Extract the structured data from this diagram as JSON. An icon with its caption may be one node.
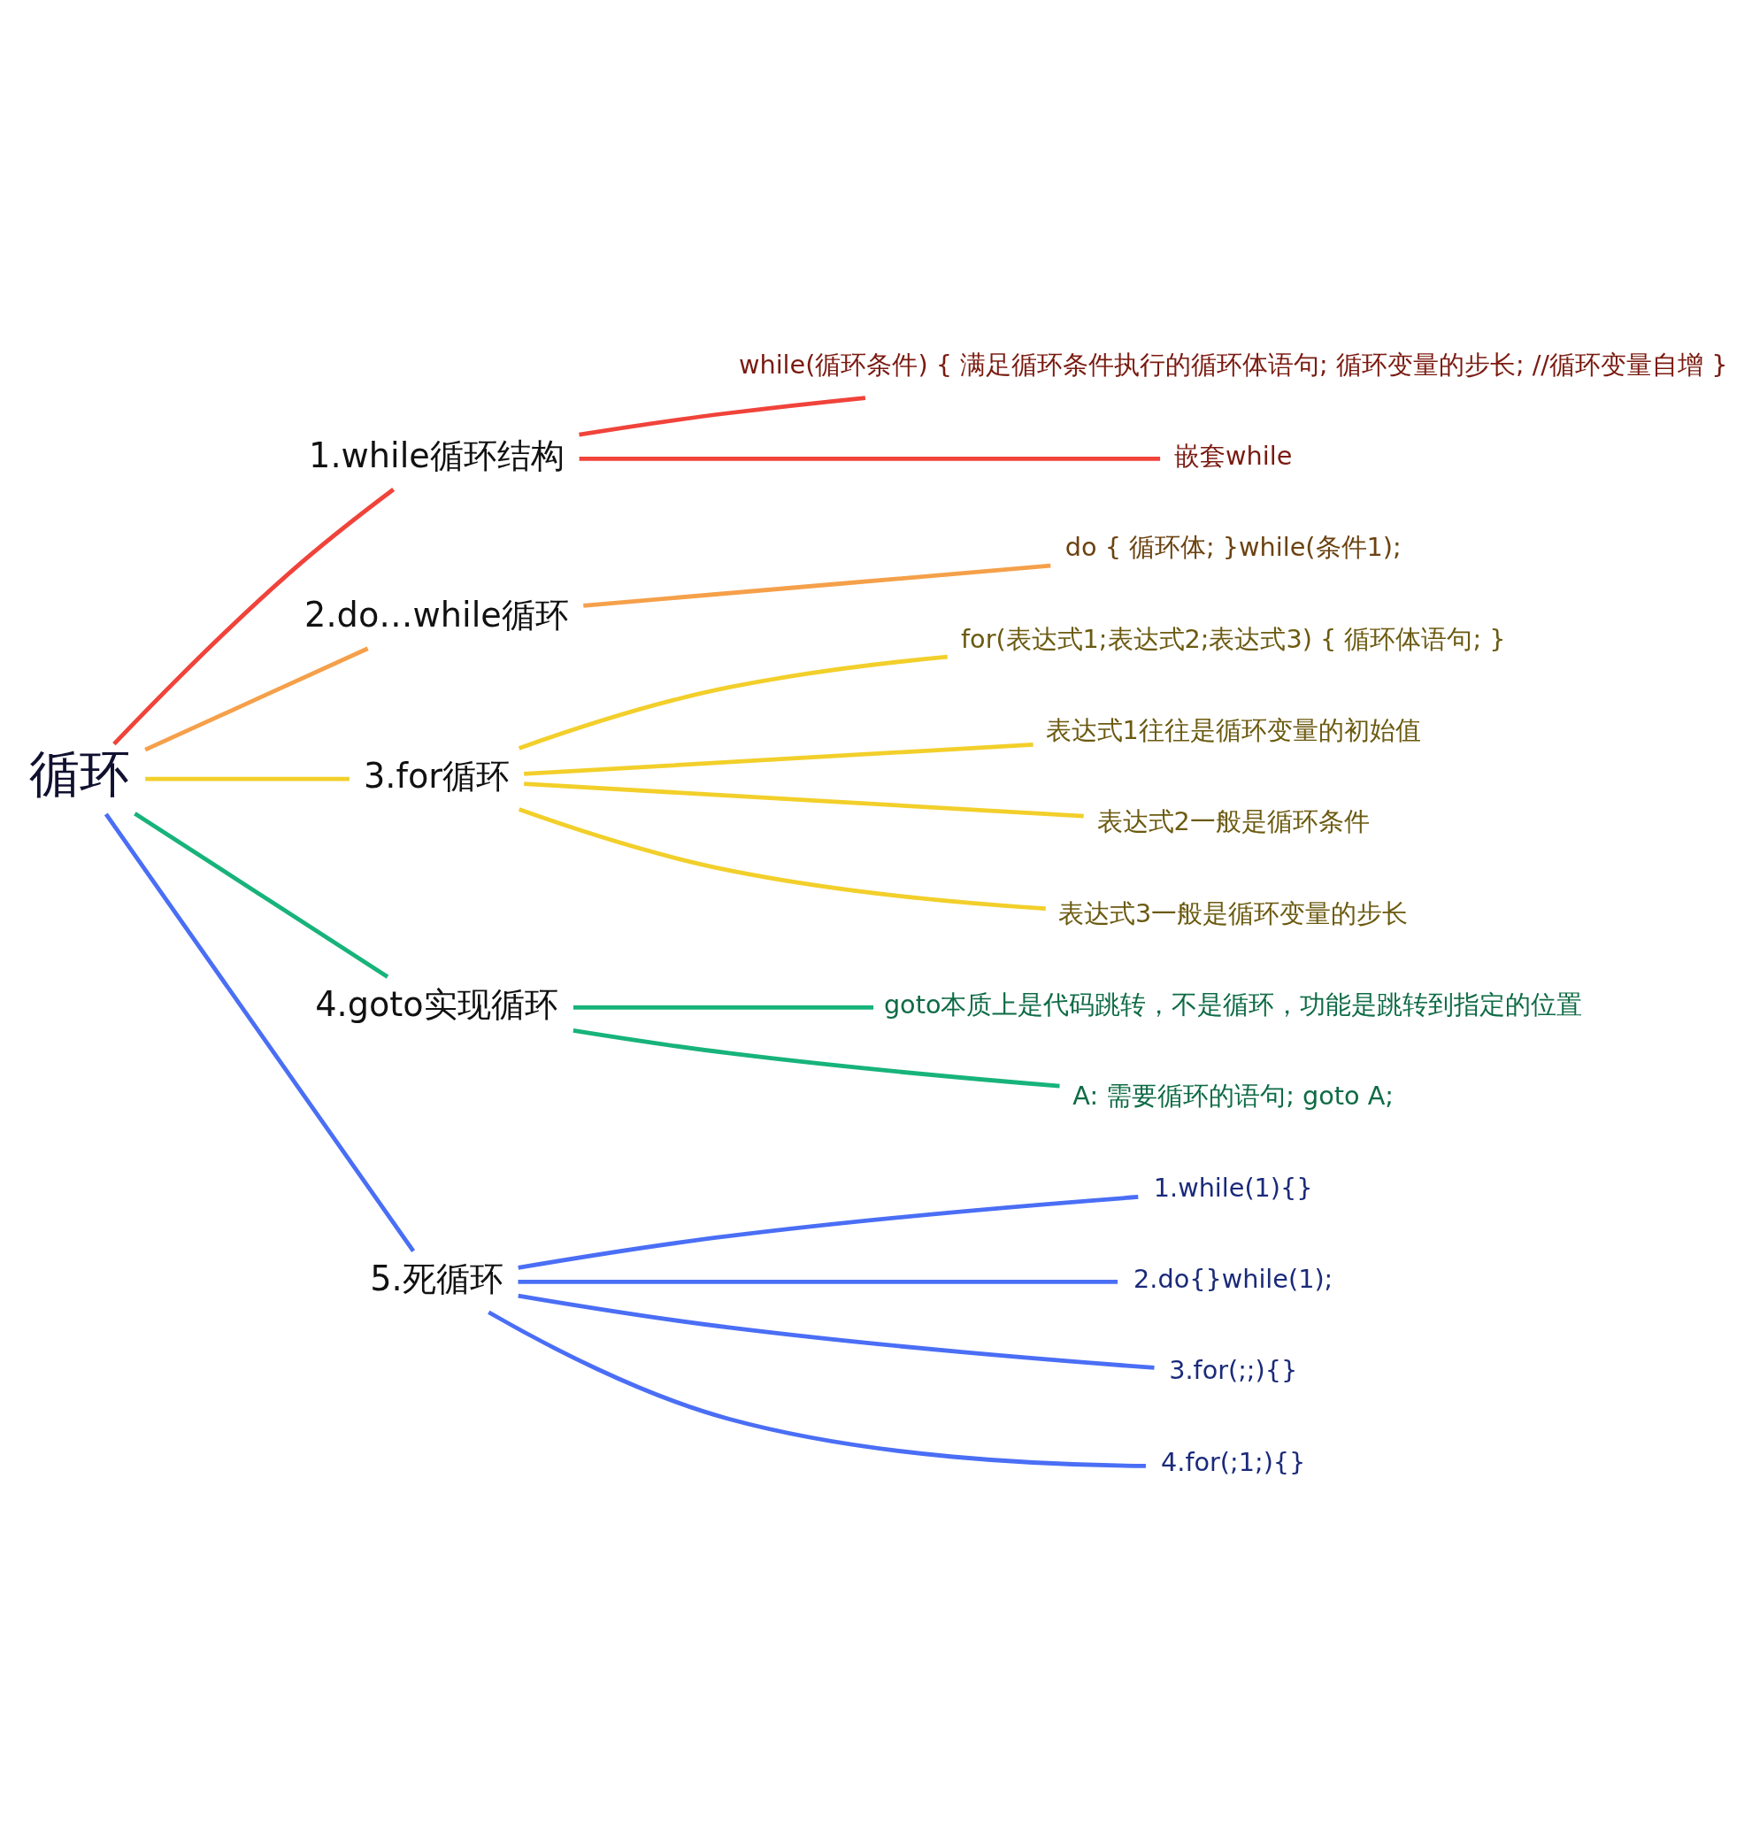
{
  "diagram": {
    "nodes": [
      {
        "text": [
          "循环"
        ]
      },
      {
        "text": [
          "1.while循环结构"
        ]
      },
      {
        "text": [
          "while(循环条件) { 满足循环条件执行的循环体语句; 循环变量的步长; //循环变量自增 }"
        ]
      },
      {
        "text": [
          "嵌套while"
        ]
      },
      {
        "text": [
          "2.do…while循环"
        ]
      },
      {
        "text": [
          "do { 循环体; }while(条件1);"
        ]
      },
      {
        "text": [
          "3.for循环"
        ]
      },
      {
        "text": [
          "for(表达式1;表达式2;表达式3) { 循环体语句; }"
        ]
      },
      {
        "text": [
          "表达式1往往是循环变量的初始值"
        ]
      },
      {
        "text": [
          "表达式2一般是循环条件"
        ]
      },
      {
        "text": [
          "表达式3一般是循环变量的步长"
        ]
      },
      {
        "text": [
          "4.goto实现循环"
        ]
      },
      {
        "text": [
          "goto本质上是代码跳转，不是循环，功能是跳转到指定的位置"
        ]
      },
      {
        "text": [
          "A: 需要循环的语句; goto A;"
        ]
      },
      {
        "text": [
          "5.死循环"
        ]
      },
      {
        "text": [
          "1.while(1){}"
        ]
      },
      {
        "text": [
          "2.do{}while(1);"
        ]
      },
      {
        "text": [
          "3.for(;;){}"
        ]
      },
      {
        "text": [
          "4.for(;1;){}"
        ]
      }
    ],
    "edges": [
      {
        "from": 0,
        "to": 1,
        "arrow": "none",
        "color": "#f0433a"
      },
      {
        "from": 1,
        "to": 2,
        "arrow": "none",
        "color": "#f0433a"
      },
      {
        "from": 1,
        "to": 3,
        "arrow": "none",
        "color": "#f0433a"
      },
      {
        "from": 0,
        "to": 4,
        "arrow": "none",
        "color": "#f5a04a"
      },
      {
        "from": 4,
        "to": 5,
        "arrow": "none",
        "color": "#f5a04a"
      },
      {
        "from": 0,
        "to": 6,
        "arrow": "none",
        "color": "#f2cf2a"
      },
      {
        "from": 6,
        "to": 7,
        "arrow": "none",
        "color": "#f2cf2a"
      },
      {
        "from": 6,
        "to": 8,
        "arrow": "none",
        "color": "#f2cf2a"
      },
      {
        "from": 6,
        "to": 9,
        "arrow": "none",
        "color": "#f2cf2a"
      },
      {
        "from": 6,
        "to": 10,
        "arrow": "none",
        "color": "#f2cf2a"
      },
      {
        "from": 0,
        "to": 11,
        "arrow": "none",
        "color": "#17b37b"
      },
      {
        "from": 11,
        "to": 12,
        "arrow": "none",
        "color": "#17b37b"
      },
      {
        "from": 11,
        "to": 13,
        "arrow": "none",
        "color": "#17b37b"
      },
      {
        "from": 0,
        "to": 14,
        "arrow": "none",
        "color": "#4a6ef5"
      },
      {
        "from": 14,
        "to": 15,
        "arrow": "none",
        "color": "#4a6ef5"
      },
      {
        "from": 14,
        "to": 16,
        "arrow": "none",
        "color": "#4a6ef5"
      },
      {
        "from": 14,
        "to": 17,
        "arrow": "none",
        "color": "#4a6ef5"
      },
      {
        "from": 14,
        "to": 18,
        "arrow": "none",
        "color": "#4a6ef5"
      }
    ]
  }
}
